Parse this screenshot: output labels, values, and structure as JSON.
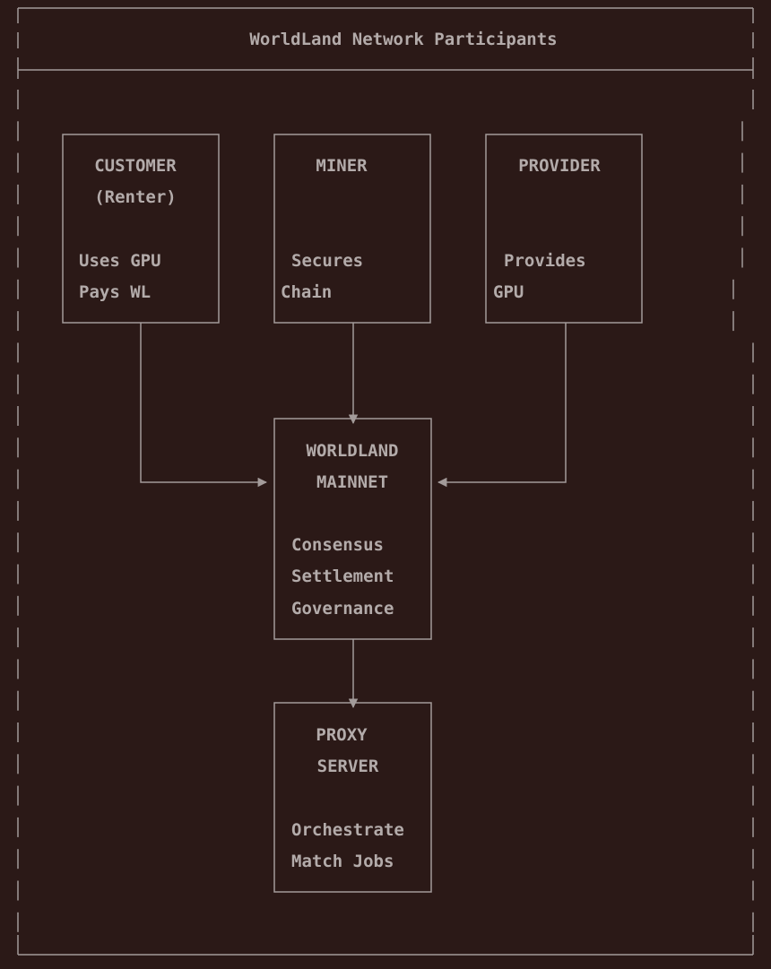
{
  "title": "WorldLand Network Participants",
  "colors": {
    "background": "#2b1917",
    "line": "#a39b9a",
    "text": "#b3abaa"
  },
  "nodes": {
    "customer": {
      "lines": [
        "CUSTOMER",
        "(Renter)",
        "Uses GPU",
        "Pays WL"
      ]
    },
    "miner": {
      "lines": [
        "MINER",
        "Secures",
        "Chain"
      ]
    },
    "provider": {
      "lines": [
        "PROVIDER",
        "Provides",
        "GPU"
      ]
    },
    "mainnet": {
      "lines": [
        "WORLDLAND",
        "MAINNET",
        "Consensus",
        "Settlement",
        "Governance"
      ]
    },
    "proxy": {
      "lines": [
        "PROXY",
        "SERVER",
        "Orchestrate",
        "Match Jobs"
      ]
    }
  },
  "edges": [
    {
      "from": "customer",
      "to": "mainnet"
    },
    {
      "from": "miner",
      "to": "mainnet"
    },
    {
      "from": "provider",
      "to": "mainnet"
    },
    {
      "from": "mainnet",
      "to": "proxy"
    }
  ]
}
